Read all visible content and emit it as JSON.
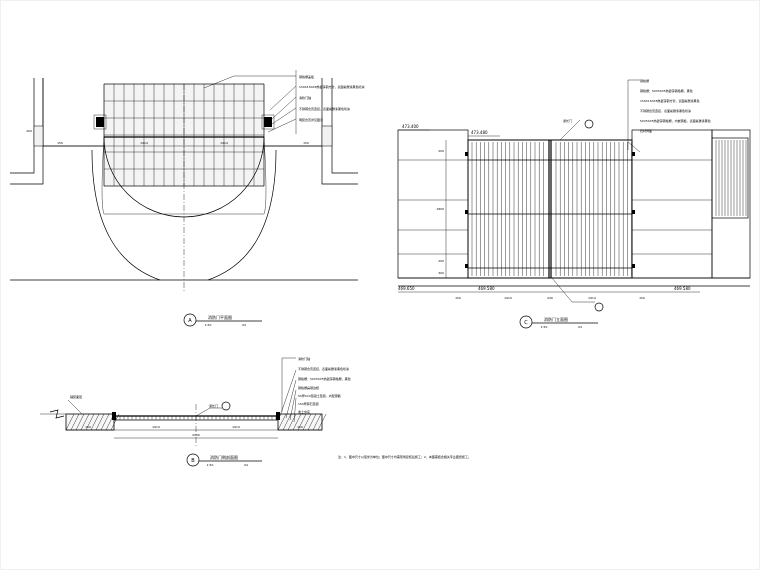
{
  "sheet": {
    "note": "注：1、图中尺寸以毫米为单位；图中尺寸均需现场复核后施工；2、本图需结合相关专业图纸施工。"
  },
  "view_a": {
    "marker": "A",
    "title": "消防门平面图",
    "scale": "1:50",
    "sheet_ref": "04",
    "dims": [
      "150",
      "1914",
      "1914",
      "150"
    ],
    "dim_side": "200",
    "callouts": [
      "钢格栅盖板",
      "150X150X8热镀锌钢方管，表面氟碳漆黑色喷涂",
      "消防门轴",
      "不锈钢合页连接，表面氟碳漆黑色喷涂",
      "明装合页详见图示"
    ]
  },
  "view_b": {
    "marker": "B",
    "title": "消防门侧剖面图",
    "scale": "1:50",
    "sheet_ref": "04",
    "dims": [
      "150",
      "1914",
      "1914",
      "150"
    ],
    "dim_total": "4200",
    "detail_label": "通长门",
    "left_label": "铺装面层",
    "callouts": [
      "消防门轴",
      "不锈钢合页连接，表面氟碳漆黑色喷涂",
      "钢格栅：50X50X5热镀锌钢格栅，黑色",
      "钢格栅扁钢边框",
      "50厚C20混凝土垫层，内配钢筋",
      "150厚碎石垫层",
      "素土夯实"
    ]
  },
  "view_c": {
    "marker": "C",
    "title": "消防门立面图",
    "scale": "1:50",
    "sheet_ref": "04",
    "elevations": [
      "473.400",
      "473.480",
      "469.650",
      "469.580",
      "469.580"
    ],
    "dims": [
      "150",
      "1914",
      "240",
      "1914",
      "150"
    ],
    "side_dims": [
      "200",
      "1800",
      "200",
      "300"
    ],
    "detail_label": "通长门",
    "callouts": [
      "钢格栅",
      "钢格栅：50X50X5热镀锌钢格栅，黑色",
      "150X150X8热镀锌钢方管，表面氟碳漆黑色",
      "不锈钢合页连接，表面氟碳漆黑色喷涂",
      "50X50X5热镀锌钢格栅，内嵌钢板，表面氟碳漆黑色",
      "石材饰面"
    ]
  }
}
